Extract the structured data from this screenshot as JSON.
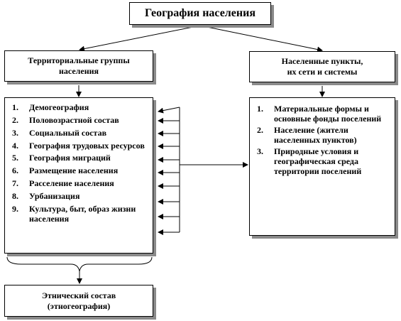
{
  "title": "География населения",
  "left_header": {
    "line1": "Территориальные группы",
    "line2": "населения"
  },
  "right_header": {
    "line1": "Населенные пункты,",
    "line2": "их сети и системы"
  },
  "left_items": [
    {
      "num": "1.",
      "text": "Демогеография"
    },
    {
      "num": "2.",
      "text": "Половозрастной состав"
    },
    {
      "num": "3.",
      "text": "Социальный состав"
    },
    {
      "num": "4.",
      "text": "География трудовых ресурсов"
    },
    {
      "num": "5.",
      "text": "География миграций"
    },
    {
      "num": "6.",
      "text": "Размещение населения"
    },
    {
      "num": "7.",
      "text": "Расселение населения"
    },
    {
      "num": "8.",
      "text": "Урбанизация"
    },
    {
      "num": "9.",
      "text": "Культура, быт, образ жизни населения"
    }
  ],
  "right_items": [
    {
      "num": "1.",
      "text": "Материальные формы и основные фонды поселений"
    },
    {
      "num": "2.",
      "text": "Население (жители населенных пунктов)"
    },
    {
      "num": "3.",
      "text": "Природные условия и географическая среда территории поселений"
    }
  ],
  "bottom": {
    "line1": "Этнический состав",
    "line2": "(этногеография)"
  }
}
